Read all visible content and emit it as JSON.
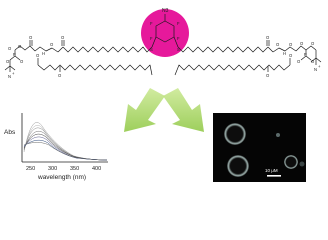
{
  "molecule": {
    "core": {
      "substituent": "N3",
      "fluorines": [
        "F",
        "F",
        "F",
        "F"
      ],
      "linkers": [
        "S",
        "S"
      ],
      "color": "#e6199b"
    },
    "left_headgroup": {
      "ammonium": "N",
      "charge": "+",
      "phosphate": "P",
      "phosphate_oxygens": [
        "O",
        "O",
        "O",
        "O"
      ],
      "ester_oxygens": [
        "O",
        "O",
        "O"
      ],
      "carbonyl_oxygens": [
        "O",
        "O"
      ],
      "stereo_H": "H"
    },
    "right_headgroup": {
      "ammonium": "N",
      "charge": "+",
      "phosphate": "P",
      "phosphate_oxygens": [
        "O",
        "O",
        "O",
        "O"
      ],
      "ester_oxygens": [
        "O",
        "O",
        "O"
      ],
      "carbonyl_oxygens": [
        "O",
        "O"
      ],
      "stereo_H": "H"
    }
  },
  "spectrum_panel": {
    "ylabel": "Abs",
    "xlabel": "wavelength (nm)",
    "xticks": [
      "250",
      "300",
      "350",
      "400"
    ]
  },
  "microscopy_panel": {
    "scale_bar_label": "10 μM"
  },
  "arrows": {
    "color": "#a6d65a"
  }
}
